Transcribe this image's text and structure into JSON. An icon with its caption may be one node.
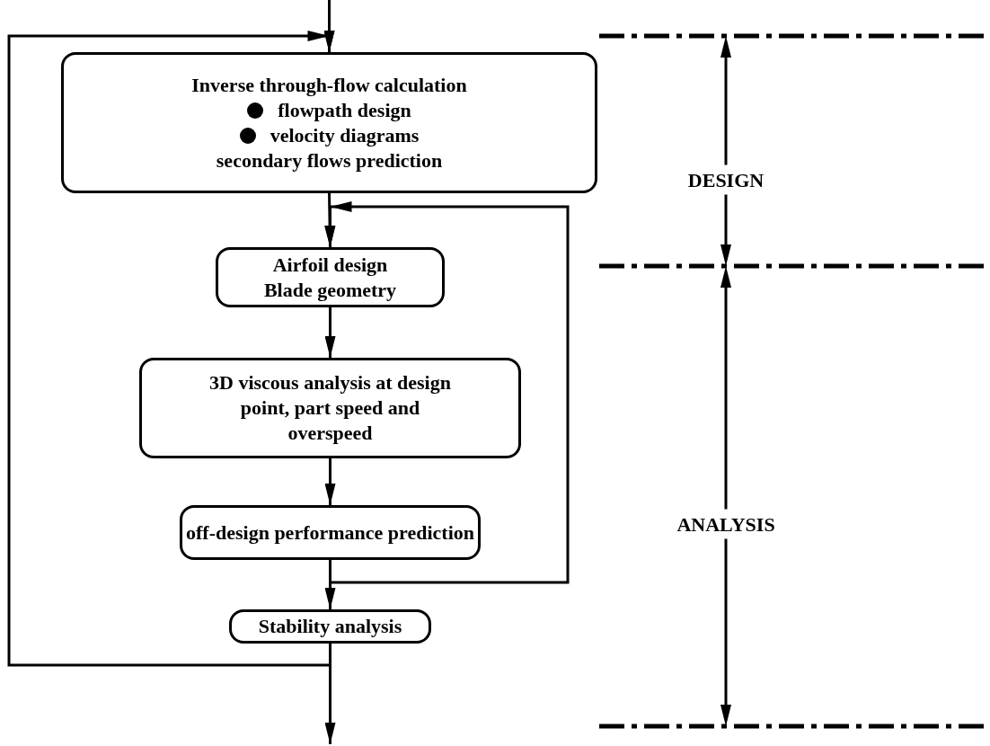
{
  "diagram": {
    "nodes": [
      {
        "text": [
          "Inverse through-flow calculation",
          "flowpath design",
          "velocity diagrams",
          "secondary flows prediction"
        ]
      },
      {
        "text": [
          "Airfoil design",
          "Blade geometry"
        ]
      },
      {
        "text": [
          "3D viscous analysis at design point, part speed and overspeed"
        ]
      },
      {
        "text": [
          "off-design performance prediction"
        ]
      },
      {
        "text": [
          "Stability analysis"
        ]
      }
    ],
    "edges": [
      {
        "from": null,
        "to": 0,
        "arrow": "to"
      },
      {
        "from": 0,
        "to": 1,
        "arrow": "to"
      },
      {
        "from": 1,
        "to": 2,
        "arrow": "to"
      },
      {
        "from": 2,
        "to": 3,
        "arrow": "to"
      },
      {
        "from": 3,
        "to": 4,
        "arrow": "to"
      },
      {
        "from": 3,
        "to": 1,
        "arrow": "to"
      },
      {
        "from": 4,
        "to": 0,
        "arrow": "to"
      },
      {
        "from": 4,
        "to": null,
        "arrow": "to"
      }
    ],
    "labels": [
      "DESIGN",
      "ANALYSIS"
    ]
  }
}
